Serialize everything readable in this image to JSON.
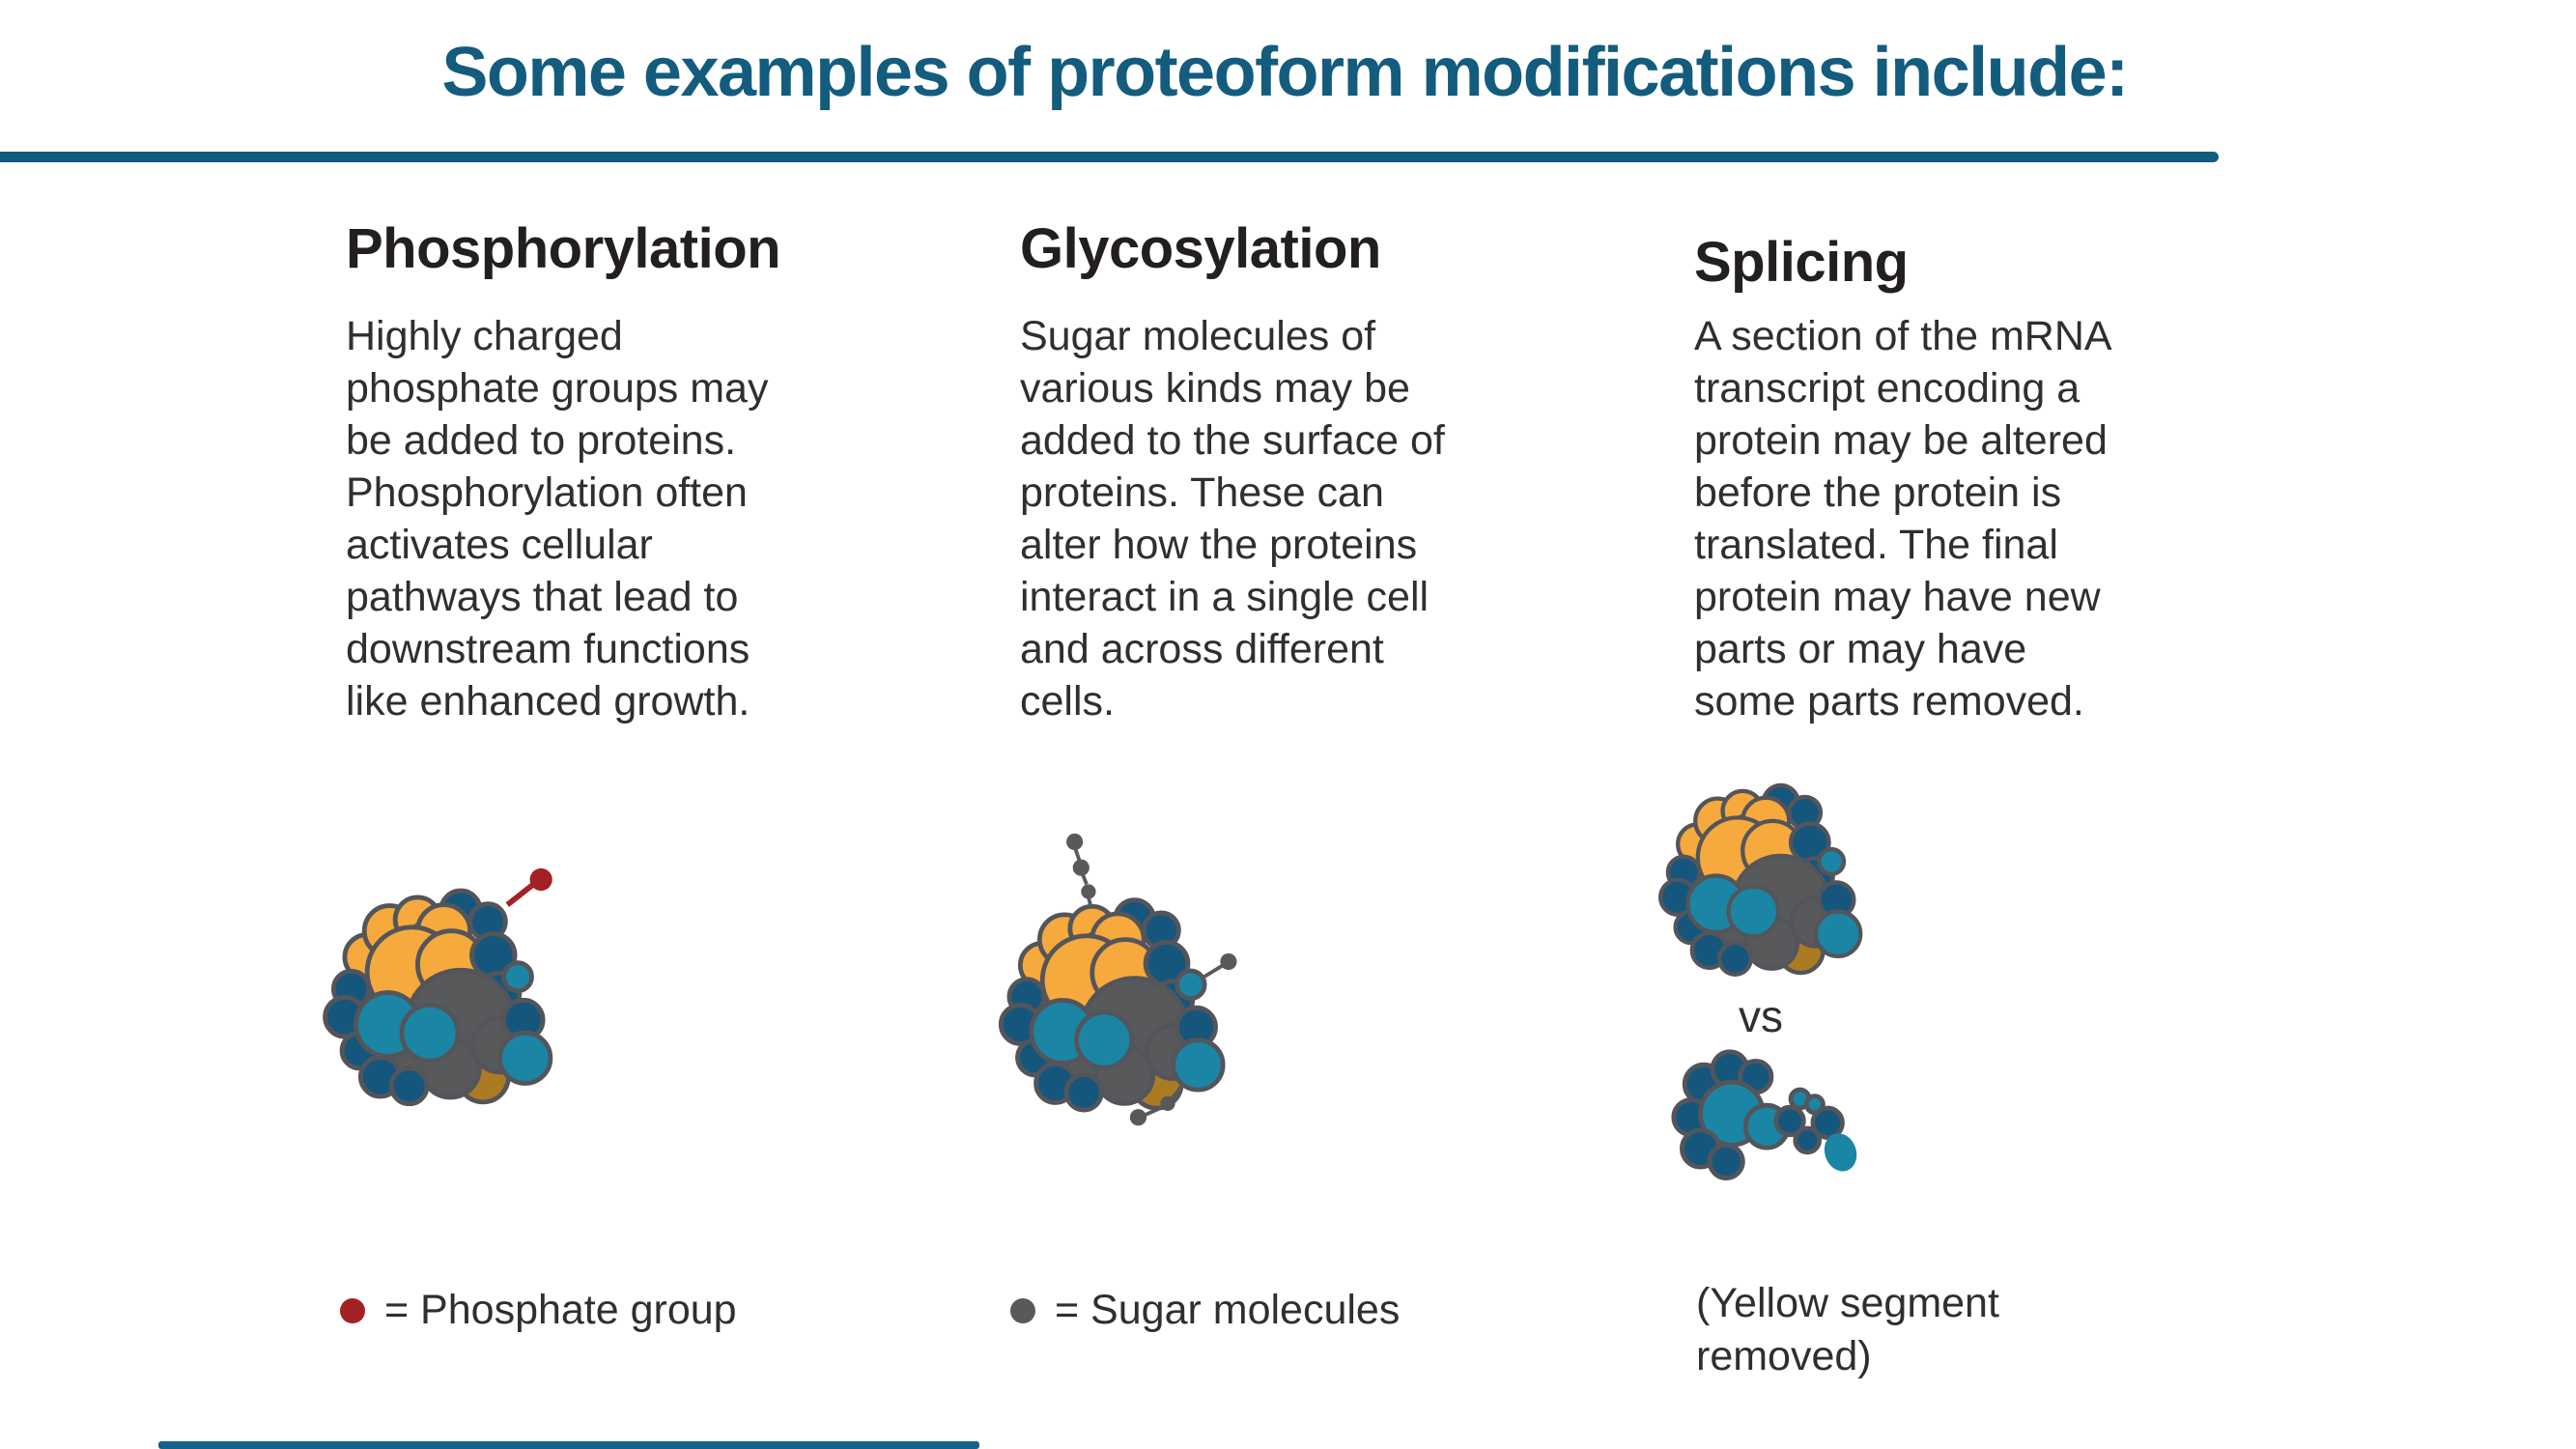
{
  "header": {
    "title": "Some examples of proteoform modifications include:"
  },
  "colors": {
    "accent_teal": "#135C7E",
    "heading_text": "#231F20",
    "body_text": "#2F2F31",
    "protein_orange": "#F6A93C",
    "protein_gray": "#58595B",
    "protein_dark_blue": "#15567D",
    "protein_teal": "#1B85A5",
    "protein_brown": "#AB7B24",
    "phosphate_red": "#A32125",
    "sugar_gray": "#58595B"
  },
  "columns": [
    {
      "id": "phosphorylation",
      "heading": "Phosphorylation",
      "body_lines": [
        "Highly charged",
        "phosphate groups may",
        "be added to proteins.",
        "Phosphorylation often",
        "activates cellular",
        "pathways that lead to",
        "downstream functions",
        "like enhanced growth."
      ],
      "legend": {
        "marker": "phosphate-dot",
        "marker_color": "#A32125",
        "label": "= Phosphate group"
      }
    },
    {
      "id": "glycosylation",
      "heading": "Glycosylation",
      "body_lines": [
        "Sugar molecules of",
        "various kinds may be",
        "added to the surface of",
        "proteins. These can",
        "alter how the proteins",
        "interact in a single cell",
        "and across different",
        "cells."
      ],
      "legend": {
        "marker": "sugar-dot",
        "marker_color": "#58595B",
        "label": "= Sugar molecules"
      }
    },
    {
      "id": "splicing",
      "heading": "Splicing",
      "body_lines": [
        "A section of the mRNA",
        "transcript encoding a",
        "protein may be altered",
        "before the protein is",
        "translated. The final",
        "protein may have new",
        "parts or may have",
        "some parts removed."
      ],
      "comparison_label": "vs",
      "note_lines": [
        "(Yellow segment",
        "removed)"
      ]
    }
  ]
}
